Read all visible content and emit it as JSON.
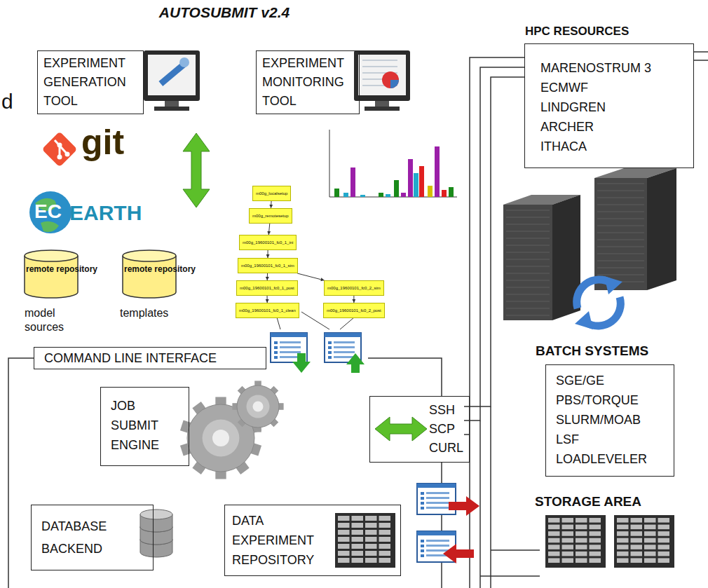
{
  "diagram": {
    "title": "AUTOSUBMIT v2.4",
    "nodes": [
      {
        "text": [
          "EXPERIMENT GENERATION TOOL"
        ]
      },
      {
        "text": [
          "EXPERIMENT MONITORING TOOL"
        ]
      },
      {
        "text": [
          "HPC RESOURCES",
          "MARENOSTRUM 3",
          "ECMWF",
          "LINDGREN",
          "ARCHER",
          "ITHACA"
        ]
      },
      {
        "text": [
          "remote repository",
          "model sources"
        ]
      },
      {
        "text": [
          "remote repository",
          "templates"
        ]
      },
      {
        "text": [
          "m00g_localsetup"
        ]
      },
      {
        "text": [
          "m00g_remotesetup"
        ]
      },
      {
        "text": [
          "m00g_19600101_fc0_1_ini"
        ]
      },
      {
        "text": [
          "m00g_19600101_fc0_1_sim"
        ]
      },
      {
        "text": [
          "m00g_19600101_fc0_1_post"
        ]
      },
      {
        "text": [
          "m00g_19600101_fc0_1_clean"
        ]
      },
      {
        "text": [
          "m00g_19600101_fc0_2_sim"
        ]
      },
      {
        "text": [
          "m00g_19600101_fc0_2_post"
        ]
      },
      {
        "text": [
          "COMMAND LINE INTERFACE"
        ]
      },
      {
        "text": [
          "JOB SUBMIT ENGINE"
        ]
      },
      {
        "text": [
          "SSH",
          "SCP",
          "CURL"
        ]
      },
      {
        "text": [
          "BATCH SYSTEMS",
          "SGE/GE",
          "PBS/TORQUE",
          "SLURM/MOAB",
          "LSF",
          "LOADLEVELER"
        ]
      },
      {
        "text": [
          "DATABASE BACKEND"
        ]
      },
      {
        "text": [
          "DATA EXPERIMENT REPOSITORY"
        ]
      }
    ],
    "edges": [
      {
        "from": 5,
        "to": 6,
        "arrow": "to"
      },
      {
        "from": 6,
        "to": 7,
        "arrow": "to"
      },
      {
        "from": 7,
        "to": 8,
        "arrow": "to"
      },
      {
        "from": 8,
        "to": 9,
        "arrow": "to"
      },
      {
        "from": 8,
        "to": 11,
        "arrow": "to"
      },
      {
        "from": 9,
        "to": 10,
        "arrow": "to"
      },
      {
        "from": 11,
        "to": 12,
        "arrow": "to"
      }
    ],
    "labels": [
      "d",
      "git",
      "EC",
      "EARTH",
      "STORAGE AREA"
    ]
  }
}
